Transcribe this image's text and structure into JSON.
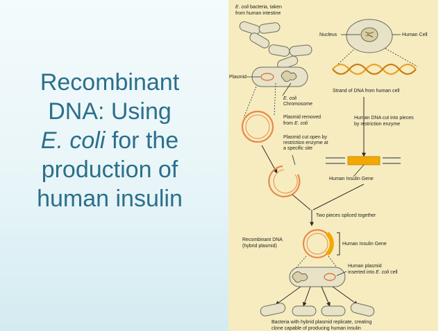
{
  "title": {
    "line1": "Recombinant",
    "line2": "DNA: Using",
    "line3_italic": "E. coli",
    "line3_rest": " for the",
    "line4": "production of",
    "line5": "human insulin"
  },
  "figure": {
    "bacteria_title_italic": "E. coli",
    "bacteria_title_rest": " bacteria, taken",
    "bacteria_title_line2": "from human intestine",
    "nucleus": "Nucleus",
    "human_cell": "Human Cell",
    "plasmid": "Plasmid",
    "ecoli_chromosome_italic": "E. coli",
    "ecoli_chromosome_line2": "Chromosome",
    "strand_dna": "Strand of DNA from human cell",
    "plasmid_removed_line1": "Plasmid removed",
    "plasmid_removed_line2_prefix": "from ",
    "plasmid_removed_line2_italic": "E. coli",
    "human_dna_cut_line1": "Human DNA cut into pieces",
    "human_dna_cut_line2": "by restriction enzyme",
    "plasmid_cut_line1": "Plasmid cut open by",
    "plasmid_cut_line2": "restriction enzyme at",
    "plasmid_cut_line3": "a specific site",
    "human_insulin_gene": "Human Insulin Gene",
    "two_pieces": "Two pieces spliced together",
    "recombinant_line1": "Recombinant DNA",
    "recombinant_line2": "(hybrid plasmid)",
    "human_insulin_gene_2": "Human Insulin Gene",
    "human_plasmid_line1": "Human plasmid",
    "human_plasmid_line2_prefix": "inserted into ",
    "human_plasmid_line2_italic": "E. coli",
    "human_plasmid_line2_suffix": " cell",
    "bottom_line1": "Bacteria with hybrid plasmid replicate, creating",
    "bottom_line2": "clone capable of producing human insulin"
  },
  "colors": {
    "title": "#2b6f8b",
    "figure_bg": "#f6ecbf",
    "plasmid_ring": "#e8894a",
    "insulin_gene": "#f1a800",
    "dna_helix": "#e9a22a"
  }
}
